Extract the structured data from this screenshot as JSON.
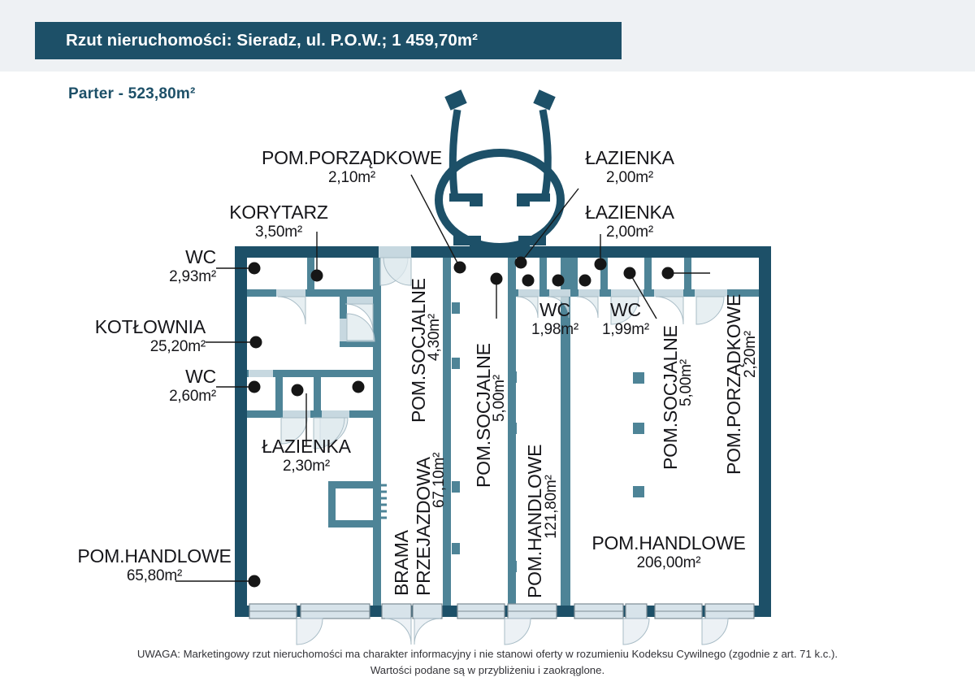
{
  "header": {
    "title": "Rzut nieruchomości: Sieradz, ul. P.O.W.; 1 459,70m²",
    "subtitle": "Parter - 523,80m²",
    "bar_color": "#1d5068",
    "subtitle_color": "#1d5068"
  },
  "plan": {
    "wall_color_dark": "#1d5068",
    "wall_color_mid": "#4e8497",
    "door_color": "#c7d8e0",
    "leader_dot_color": "#161616"
  },
  "rooms": [
    {
      "name": "POM.PORZĄDKOWE",
      "area": "2,10m²"
    },
    {
      "name": "ŁAZIENKA",
      "area": "2,00m²"
    },
    {
      "name": "ŁAZIENKA",
      "area": "2,00m²"
    },
    {
      "name": "KORYTARZ",
      "area": "3,50m²"
    },
    {
      "name": "WC",
      "area": "2,93m²"
    },
    {
      "name": "KOTŁOWNIA",
      "area": "25,20m²"
    },
    {
      "name": "WC",
      "area": "2,60m²"
    },
    {
      "name": "ŁAZIENKA",
      "area": "2,30m²"
    },
    {
      "name": "POM.SOCJALNE",
      "area": "4,30m²"
    },
    {
      "name": "POM.SOCJALNE",
      "area": "5,00m²"
    },
    {
      "name": "WC",
      "area": "1,98m²"
    },
    {
      "name": "WC",
      "area": "1,99m²"
    },
    {
      "name": "POM.SOCJALNE",
      "area": "5,00m²"
    },
    {
      "name": "POM.PORZĄDKOWE",
      "area": "2,20m²"
    },
    {
      "name": "BRAMA PRZEJAZDOWA",
      "area": "67,10m²"
    },
    {
      "name": "POM.HANDLOWE",
      "area": "121,80m²"
    },
    {
      "name": "POM.HANDLOWE",
      "area": "206,00m²"
    },
    {
      "name": "POM.HANDLOWE",
      "area": "65,80m²"
    }
  ],
  "labels": {
    "pom_porzadkowe_top_name": "POM.PORZĄDKOWE",
    "pom_porzadkowe_top_area": "2,10m²",
    "lazienka_tr1_name": "ŁAZIENKA",
    "lazienka_tr1_area": "2,00m²",
    "lazienka_tr2_name": "ŁAZIENKA",
    "lazienka_tr2_area": "2,00m²",
    "korytarz_name": "KORYTARZ",
    "korytarz_area": "3,50m²",
    "wc1_name": "WC",
    "wc1_area": "2,93m²",
    "kotlownia_name": "KOTŁOWNIA",
    "kotlownia_area": "25,20m²",
    "wc2_name": "WC",
    "wc2_area": "2,60m²",
    "lazienka_left_name": "ŁAZIENKA",
    "lazienka_left_area": "2,30m²",
    "socjalne1_name": "POM.SOCJALNE",
    "socjalne1_area": "4,30m²",
    "socjalne2_name": "POM.SOCJALNE",
    "socjalne2_area": "5,00m²",
    "wc3_name": "WC",
    "wc3_area": "1,98m²",
    "wc4_name": "WC",
    "wc4_area": "1,99m²",
    "socjalne3_name": "POM.SOCJALNE",
    "socjalne3_area": "5,00m²",
    "porzadkowe_right_name": "POM.PORZĄDKOWE",
    "porzadkowe_right_area": "2,20m²",
    "brama_name1": "BRAMA",
    "brama_name2": "PRZEJAZDOWA",
    "brama_area": "67,10m²",
    "handlowe_mid_name": "POM.HANDLOWE",
    "handlowe_mid_area": "121,80m²",
    "handlowe_right_name": "POM.HANDLOWE",
    "handlowe_right_area": "206,00m²",
    "handlowe_left_name": "POM.HANDLOWE",
    "handlowe_left_area": "65,80m²"
  },
  "footer": {
    "line1": "UWAGA: Marketingowy rzut nieruchomości ma charakter informacyjny i nie stanowi oferty w rozumieniu Kodeksu Cywilnego (zgodnie z art. 71 k.c.).",
    "line2": "Wartości podane są w przybliżeniu i zaokrąglone."
  }
}
